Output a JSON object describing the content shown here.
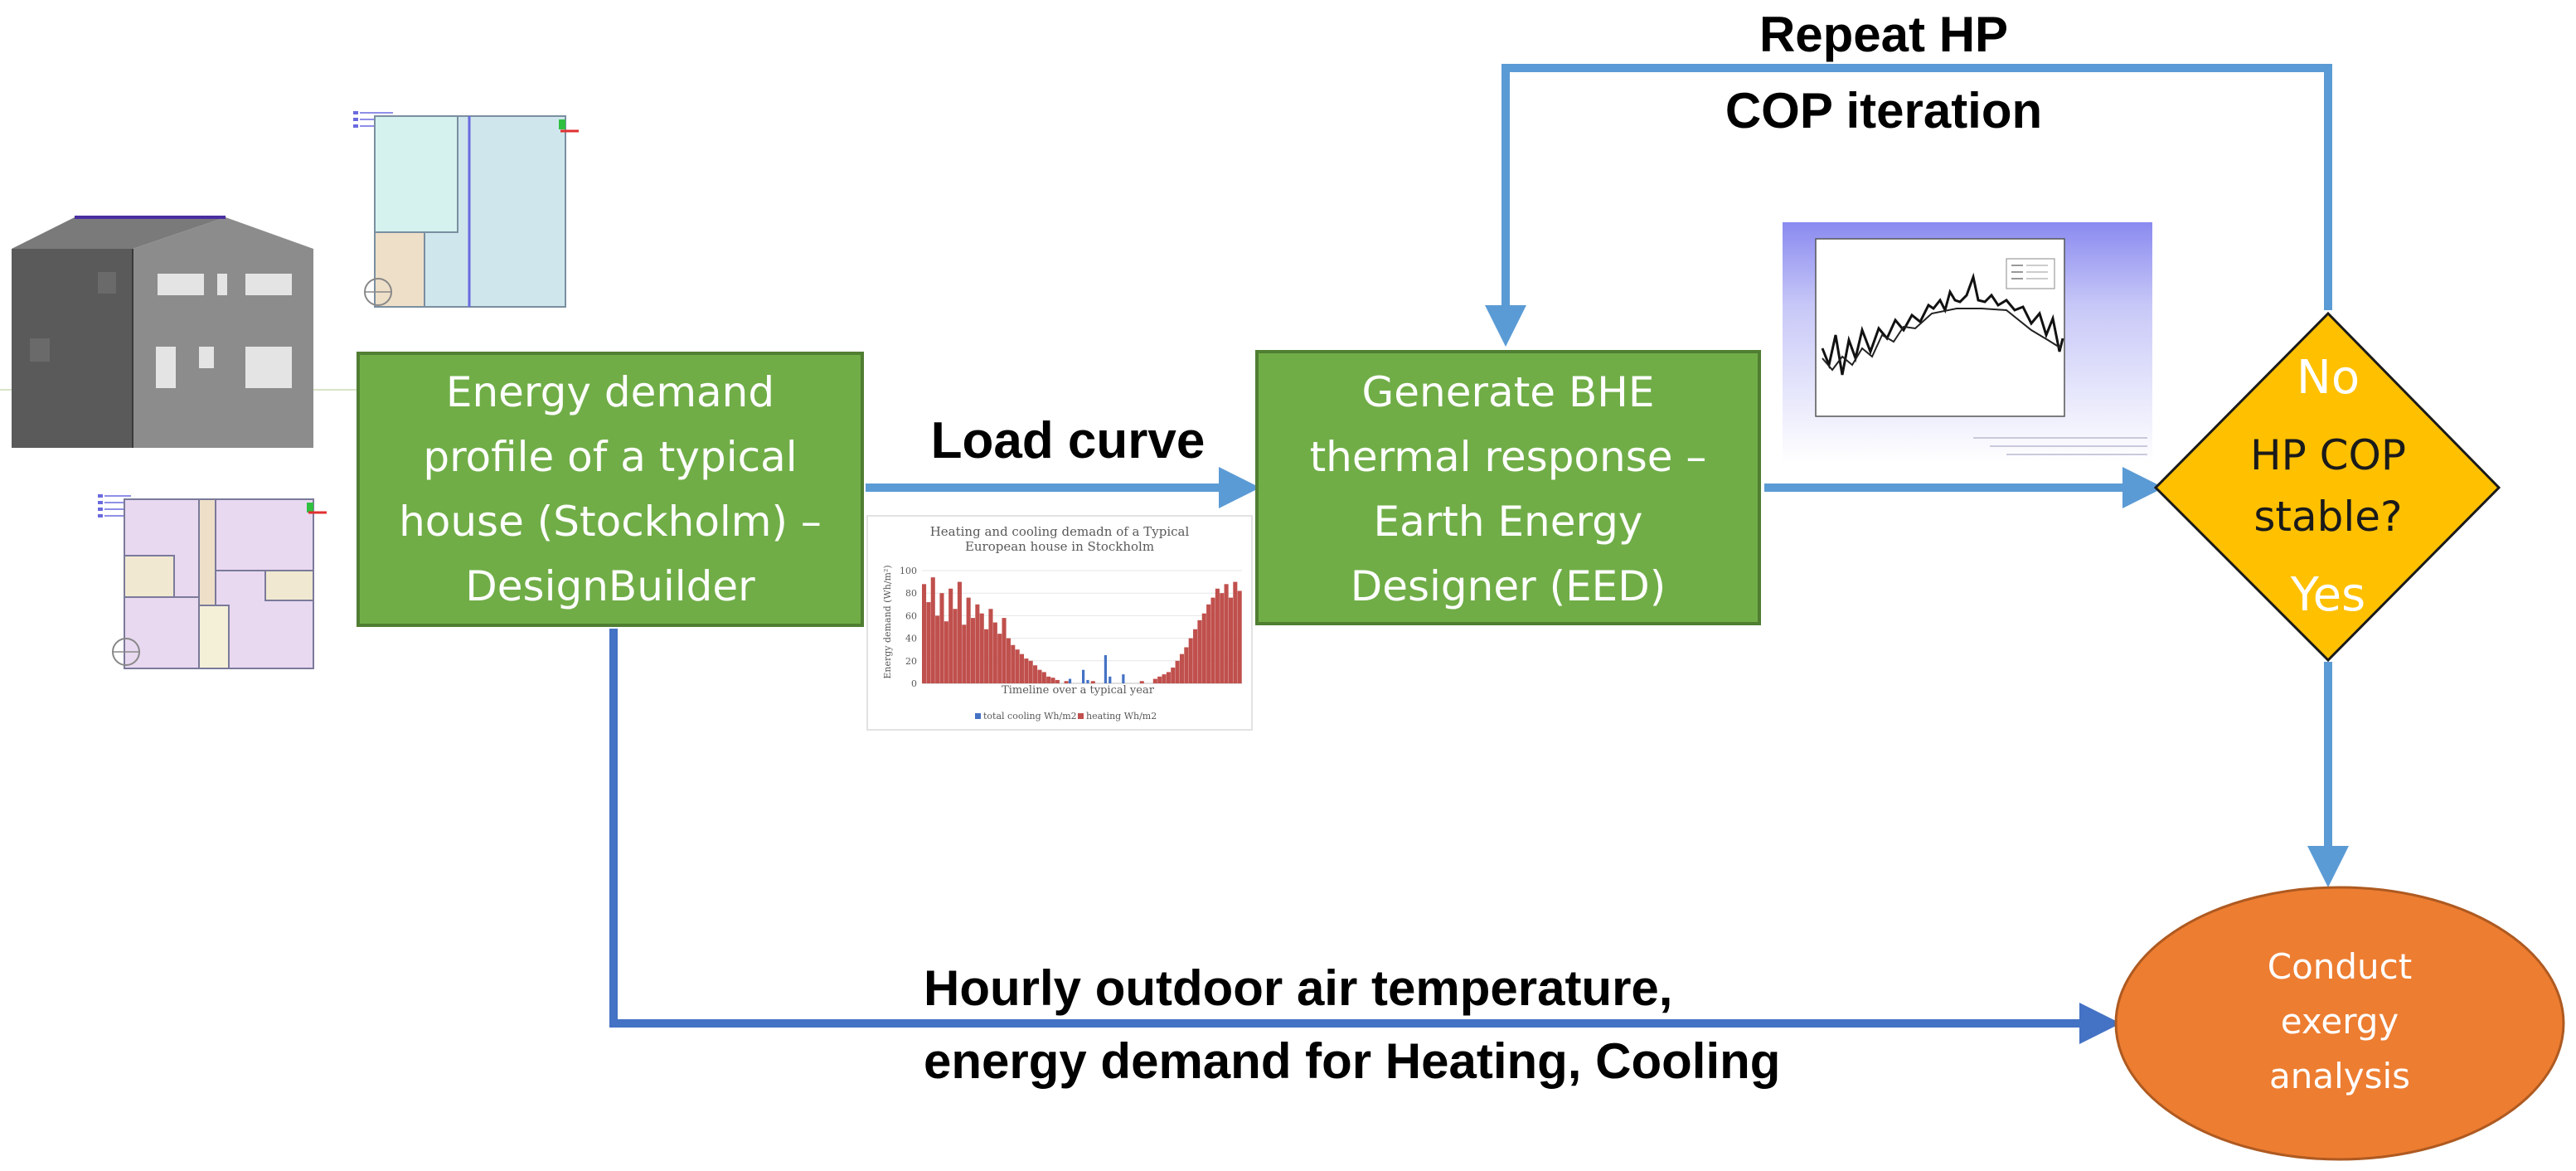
{
  "colors": {
    "box_green": "#70AD47",
    "box_green_border": "#507E32",
    "decision_yellow": "#FFC000",
    "terminal_orange": "#ED7D31",
    "arrow_blue": "#5B9BD5",
    "arrow_dark_blue": "#4472C4",
    "heating_red": "#C0504D",
    "cooling_blue": "#4472C4"
  },
  "boxes": {
    "energy_demand": {
      "lines": [
        "Energy demand",
        "profile of a typical",
        "house (Stockholm) –",
        "DesignBuilder"
      ]
    },
    "bhe_response": {
      "lines": [
        "Generate BHE",
        "thermal response –",
        "Earth Energy",
        "Designer (EED)"
      ]
    }
  },
  "decision": {
    "no_label": "No",
    "question_lines": [
      "HP COP",
      "stable?"
    ],
    "yes_label": "Yes"
  },
  "terminal": {
    "lines": [
      "Conduct",
      "exergy",
      "analysis"
    ]
  },
  "labels": {
    "load_curve": "Load curve",
    "repeat_lines": [
      "Repeat HP",
      "COP iteration"
    ],
    "hourly_lines": [
      "Hourly outdoor air temperature,",
      "energy demand for Heating, Cooling"
    ]
  },
  "chart_data": {
    "type": "bar",
    "title": "Heating and cooling demadn of a Typical European house in Stockholm",
    "title_lines": [
      "Heating and cooling demadn of a Typical",
      "European house in Stockholm"
    ],
    "xlabel": "Timeline over a typical year",
    "ylabel": "Energy demand (Wh/m²)",
    "ylim": [
      0,
      100
    ],
    "yticks": [
      "100",
      "80",
      "60",
      "40",
      "20",
      "0"
    ],
    "series": [
      {
        "name": "total cooling Wh/m2",
        "color": "#4472C4",
        "values": [
          0,
          0,
          0,
          0,
          0,
          0,
          0,
          0,
          0,
          0,
          0,
          0,
          0,
          0,
          0,
          0,
          0,
          0,
          0,
          0,
          0,
          0,
          0,
          0,
          0,
          0,
          0,
          0,
          0,
          0,
          0,
          0,
          0,
          4,
          0,
          0,
          12,
          3,
          0,
          0,
          0,
          25,
          6,
          0,
          0,
          8,
          0,
          0,
          0,
          0,
          0,
          0,
          0,
          0,
          0,
          0,
          0,
          0,
          0,
          0,
          0,
          0,
          0,
          0,
          0,
          0,
          0,
          0,
          0,
          0,
          0,
          0
        ]
      },
      {
        "name": "heating Wh/m2",
        "color": "#C0504D",
        "values": [
          88,
          72,
          94,
          60,
          80,
          55,
          84,
          66,
          90,
          52,
          76,
          58,
          70,
          62,
          48,
          66,
          54,
          44,
          58,
          40,
          34,
          30,
          26,
          22,
          20,
          16,
          12,
          10,
          6,
          5,
          3,
          0,
          2,
          0,
          0,
          0,
          0,
          0,
          2,
          0,
          0,
          0,
          0,
          0,
          0,
          0,
          0,
          0,
          0,
          2,
          0,
          0,
          4,
          6,
          8,
          10,
          14,
          20,
          26,
          32,
          40,
          48,
          56,
          62,
          70,
          76,
          84,
          80,
          88,
          76,
          90,
          82
        ]
      }
    ]
  }
}
